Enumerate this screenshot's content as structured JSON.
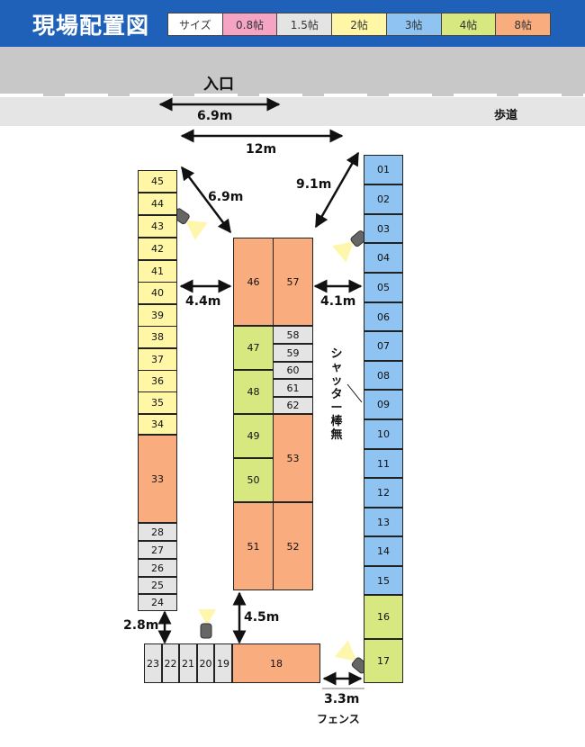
{
  "header": {
    "title": "現場配置図"
  },
  "legend": [
    "サイズ",
    "0.8帖",
    "1.5帖",
    "2帖",
    "3帖",
    "4帖",
    "8帖"
  ],
  "colors": {
    "header_bg": "#1f61b8",
    "0.8帖": "#f5a4c4",
    "1.5帖": "#e4e4e4",
    "2帖": "#fff7a6",
    "3帖": "#8ec3f2",
    "4帖": "#d7e880",
    "8帖": "#f9ad7f"
  },
  "site": {
    "entrance": "入口",
    "sidewalk": "歩道",
    "shutter_note": "シャッター棒無",
    "fence": "フェンス"
  },
  "dimensions": {
    "entrance_width": "6.9m",
    "top_width": "12m",
    "diag_left": "6.9m",
    "diag_right": "9.1m",
    "gap_left": "4.4m",
    "gap_right": "4.1m",
    "bottom_left": "2.8m",
    "bottom_center": "4.5m",
    "fence_gap": "3.3m"
  },
  "units": {
    "u01": "01",
    "u02": "02",
    "u03": "03",
    "u04": "04",
    "u05": "05",
    "u06": "06",
    "u07": "07",
    "u08": "08",
    "u09": "09",
    "u10": "10",
    "u11": "11",
    "u12": "12",
    "u13": "13",
    "u14": "14",
    "u15": "15",
    "u16": "16",
    "u17": "17",
    "u18": "18",
    "u19": "19",
    "u20": "20",
    "u21": "21",
    "u22": "22",
    "u23": "23",
    "u24": "24",
    "u25": "25",
    "u26": "26",
    "u27": "27",
    "u28": "28",
    "u33": "33",
    "u34": "34",
    "u35": "35",
    "u36": "36",
    "u37": "37",
    "u38": "38",
    "u39": "39",
    "u40": "40",
    "u41": "41",
    "u42": "42",
    "u43": "43",
    "u44": "44",
    "u45": "45",
    "u46": "46",
    "u47": "47",
    "u48": "48",
    "u49": "49",
    "u50": "50",
    "u51": "51",
    "u52": "52",
    "u53": "53",
    "u57": "57",
    "u58": "58",
    "u59": "59",
    "u60": "60",
    "u61": "61",
    "u62": "62"
  }
}
